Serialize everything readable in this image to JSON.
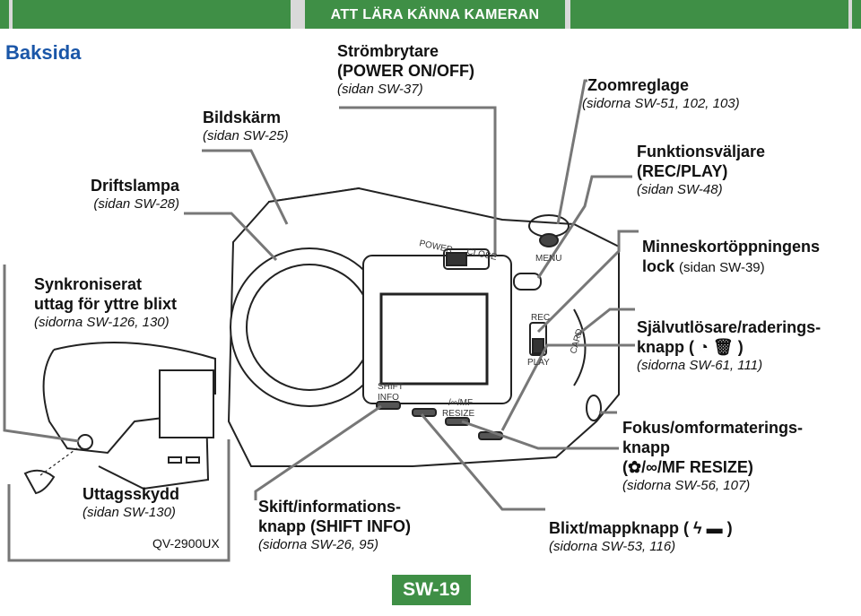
{
  "header": {
    "title": "ATT LÄRA KÄNNA KAMERAN",
    "colors": {
      "bar": "#d9d9d9",
      "accent": "#3f8f46",
      "heading": "#1a56a8"
    }
  },
  "section_title": "Baksida",
  "labels": {
    "driftslampa": {
      "name": "Driftslampa",
      "ref": "(sidan SW-28)"
    },
    "bildskarm": {
      "name": "Bildskärm",
      "ref": "(sidan SW-25)"
    },
    "strombrytare": {
      "line1": "Strömbrytare",
      "line2": "(POWER ON/OFF)",
      "ref": "(sidan SW-37)"
    },
    "zoom": {
      "name": "Zoomreglage",
      "ref": "(sidorna SW-51, 102, 103)"
    },
    "funktion": {
      "line1": "Funktionsväljare",
      "line2": "(REC/PLAY)",
      "ref": "(sidan SW-48)"
    },
    "synk": {
      "line1": "Synkroniserat",
      "line2": "uttag för yttre blixt",
      "ref": "(sidorna SW-126, 130)"
    },
    "minneskort": {
      "line1": "Minneskortöppningens",
      "line2": "lock",
      "ref": "(sidan SW-39)"
    },
    "sjalvutlosare": {
      "line1": "Självutlösare/raderings-",
      "line2": "knapp (",
      "line2_end": ")",
      "ref": "(sidorna SW-61, 111)"
    },
    "uttagsskydd": {
      "name": "Uttagsskydd",
      "ref": "(sidan SW-130)"
    },
    "fokus": {
      "line1": "Fokus/omformaterings-",
      "line2": "knapp",
      "line3_pre": "(",
      "line3": "/∞/MF RESIZE)",
      "ref": "(sidorna SW-56, 107)"
    },
    "skift": {
      "line1": "Skift/informations-",
      "line2": "knapp (SHIFT INFO)",
      "ref": "(sidorna SW-26, 95)"
    },
    "blixt": {
      "line1_pre": "Blixt/mappknapp (",
      "line1_end": ")",
      "ref": "(sidorna SW-53, 116)"
    }
  },
  "camera_markings": {
    "power": "POWER",
    "close": "CLOSE",
    "menu": "MENU",
    "rec": "REC",
    "play": "PLAY",
    "card": "CARD",
    "shift": "SHIFT",
    "info": "INFO",
    "mf": "/∞/MF",
    "resize": "RESIZE"
  },
  "model": "QV-2900UX",
  "page_number": "SW-19"
}
